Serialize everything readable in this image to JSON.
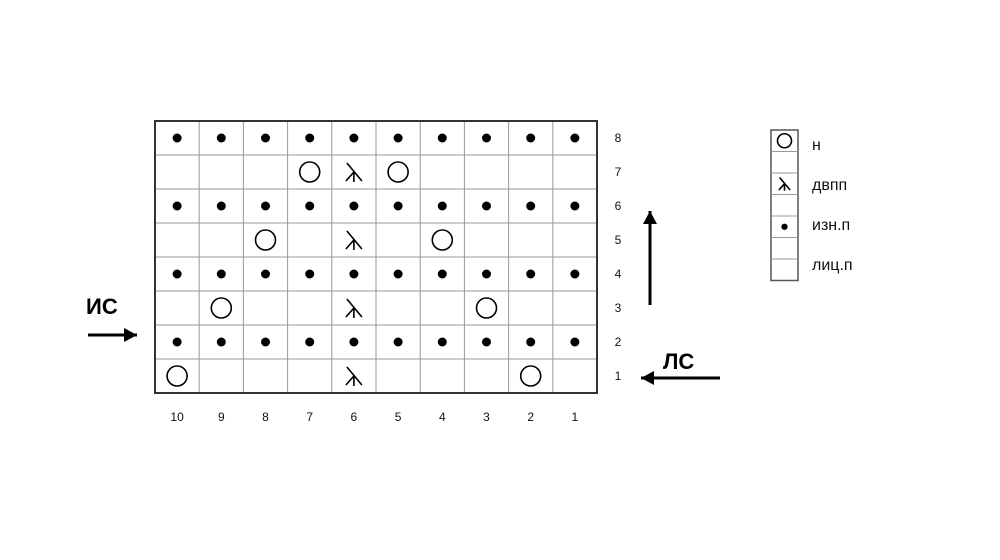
{
  "chart": {
    "columns": [
      "10",
      "9",
      "8",
      "7",
      "6",
      "5",
      "4",
      "3",
      "2",
      "1"
    ],
    "row_numbers": [
      "8",
      "7",
      "6",
      "5",
      "4",
      "3",
      "2",
      "1"
    ],
    "rows_top_to_bottom": [
      [
        "p",
        "p",
        "p",
        "p",
        "p",
        "p",
        "p",
        "p",
        "p",
        "p"
      ],
      [
        "k",
        "k",
        "k",
        "o",
        "d",
        "o",
        "k",
        "k",
        "k",
        "k"
      ],
      [
        "p",
        "p",
        "p",
        "p",
        "p",
        "p",
        "p",
        "p",
        "p",
        "p"
      ],
      [
        "k",
        "k",
        "o",
        "k",
        "d",
        "k",
        "o",
        "k",
        "k",
        "k"
      ],
      [
        "p",
        "p",
        "p",
        "p",
        "p",
        "p",
        "p",
        "p",
        "p",
        "p"
      ],
      [
        "k",
        "o",
        "k",
        "k",
        "d",
        "k",
        "k",
        "o",
        "k",
        "k"
      ],
      [
        "p",
        "p",
        "p",
        "p",
        "p",
        "p",
        "p",
        "p",
        "p",
        "p"
      ],
      [
        "o",
        "k",
        "k",
        "k",
        "d",
        "k",
        "k",
        "k",
        "o",
        "k"
      ]
    ]
  },
  "sides": {
    "wrong_side": "ИС",
    "right_side": "ЛС"
  },
  "legend": [
    {
      "symbol": "o",
      "label": "н"
    },
    {
      "symbol": "d",
      "label": "двпп"
    },
    {
      "symbol": "p",
      "label": "изн.п"
    },
    {
      "symbol": "k",
      "label": "лиц.п"
    }
  ]
}
